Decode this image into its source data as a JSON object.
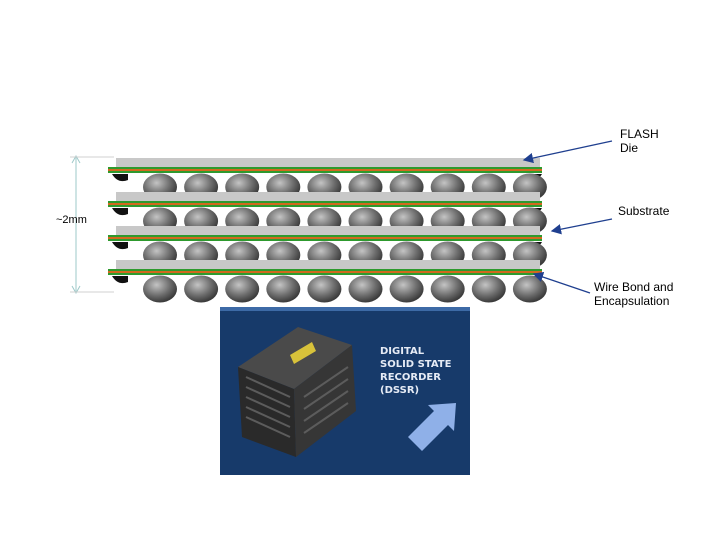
{
  "labels": {
    "flash_die": [
      "FLASH",
      "Die"
    ],
    "substrate": "Substrate",
    "wire_bond": [
      "Wire Bond and",
      "Encapsulation"
    ],
    "height": "~2mm"
  },
  "photo": {
    "caption_lines": [
      "DIGITAL",
      "SOLID STATE",
      "RECORDER",
      "(DSSR)"
    ]
  },
  "stack": {
    "layers": 4,
    "balls_per_row": 10
  },
  "colors": {
    "die": "#c8c8c8",
    "substrate_top": "#2e9a2e",
    "substrate_mid": "#d2691e",
    "ball": "#6e6e6e",
    "arrow": "#1f3f8f",
    "photo_bg": "#173a6a",
    "photo_arrow": "#8fb0e8"
  }
}
